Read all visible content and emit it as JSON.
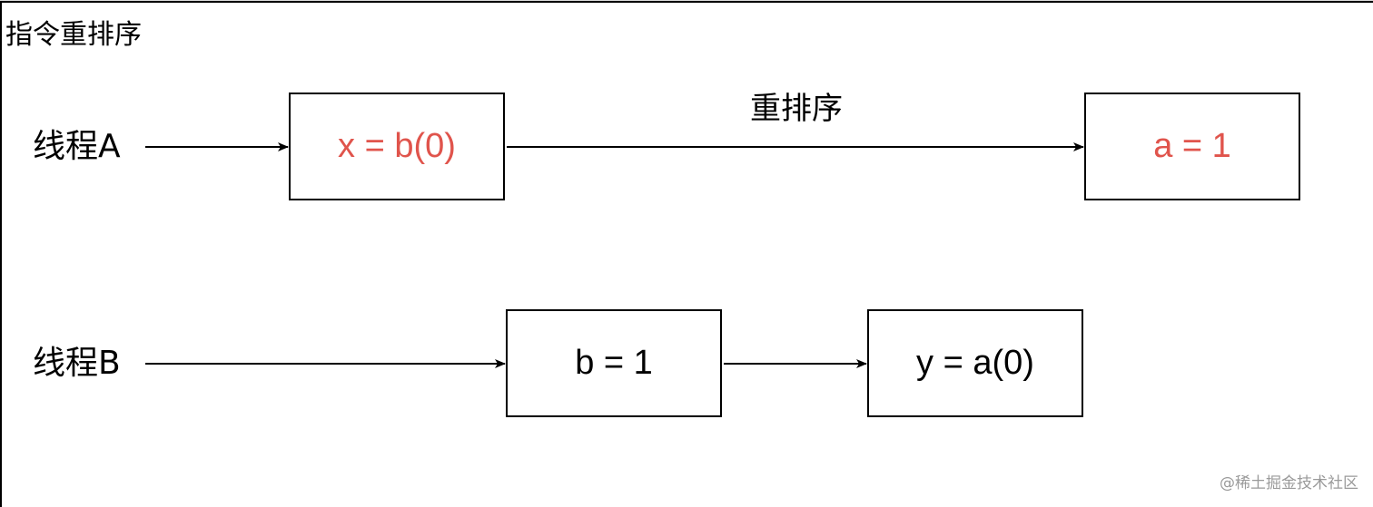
{
  "title": "指令重排序",
  "lanes": {
    "a": {
      "label": "线程A"
    },
    "b": {
      "label": "线程B"
    }
  },
  "boxes": {
    "a1": {
      "text": "x = b(0)",
      "color": "#e0544c"
    },
    "a2": {
      "text": "a = 1",
      "color": "#e0544c"
    },
    "b1": {
      "text": "b = 1",
      "color": "#000000"
    },
    "b2": {
      "text": "y = a(0)",
      "color": "#000000"
    }
  },
  "edge_label": "重排序",
  "watermark": "@稀土掘金技术社区"
}
